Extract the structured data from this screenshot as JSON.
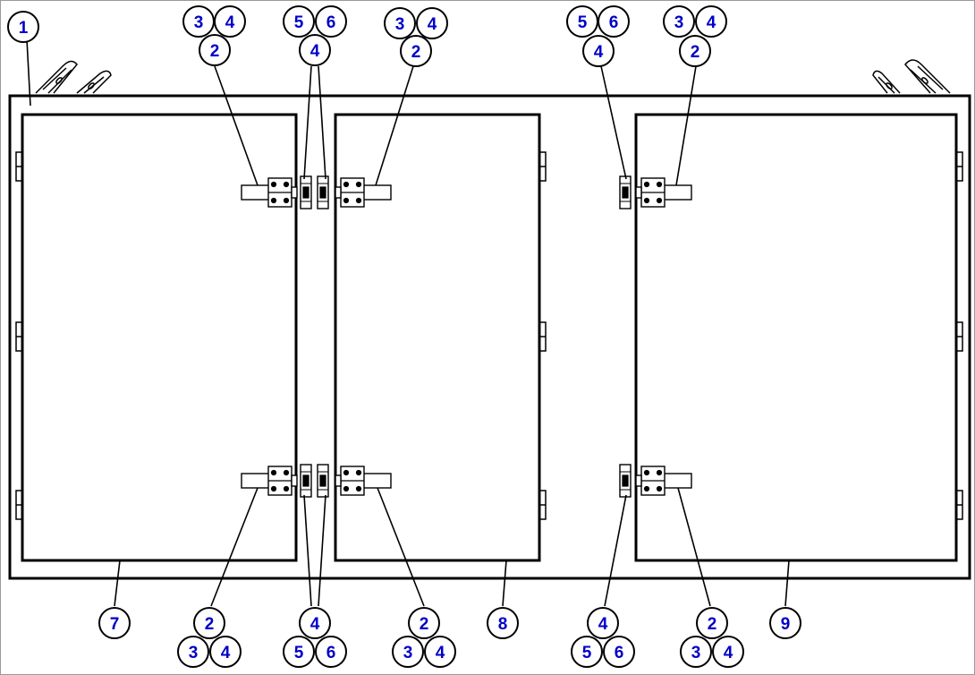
{
  "colors": {
    "callout_text": "#0000c8",
    "line": "#000000",
    "background": "#ffffff"
  },
  "labels": {
    "frame": "1",
    "hinge": "2",
    "bolt": "3",
    "washer": "4",
    "screw": "5",
    "nut": "6",
    "door_left": "7",
    "door_middle": "8",
    "door_right": "9"
  }
}
